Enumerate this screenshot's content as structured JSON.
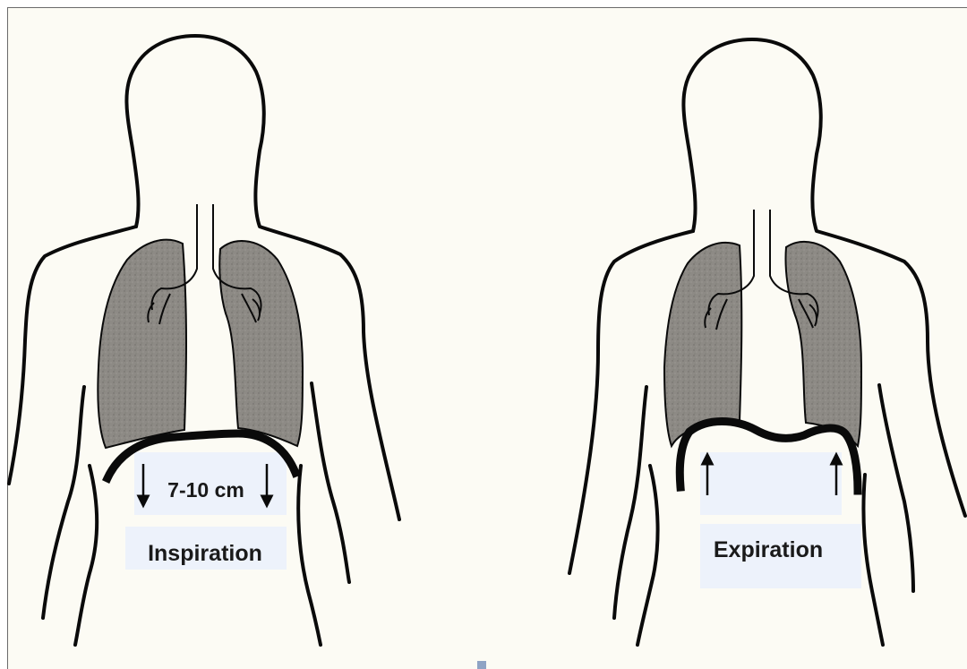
{
  "panels": [
    {
      "name": "inspiration",
      "label": "Inspiration",
      "measurement": "7-10 cm",
      "arrow_direction": "down"
    },
    {
      "name": "expiration",
      "label": "Expiration",
      "arrow_direction": "up"
    }
  ],
  "colors": {
    "paper": "#fcfbf4",
    "outline": "#0a0a0a",
    "lung_fill": "#8a8782",
    "label_highlight": "#edf2fb"
  }
}
